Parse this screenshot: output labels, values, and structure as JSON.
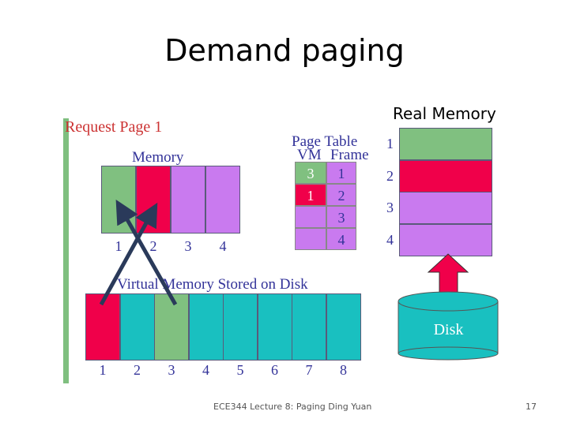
{
  "title": "Demand paging",
  "real_memory_label": "Real Memory",
  "request_label": "Request Page 1",
  "memory_label": "Memory",
  "page_table": {
    "title": "Page Table",
    "col_vm": "VM",
    "col_frame": "Frame",
    "rows": [
      {
        "vm": "3",
        "frame": "1",
        "color": "green"
      },
      {
        "vm": "1",
        "frame": "2",
        "color": "red"
      },
      {
        "vm": "",
        "frame": "3",
        "color": "purple"
      },
      {
        "vm": "",
        "frame": "4",
        "color": "purple"
      }
    ]
  },
  "memory_frames": [
    {
      "label": "1",
      "color": "green"
    },
    {
      "label": "2",
      "color": "red"
    },
    {
      "label": "3",
      "color": "purple"
    },
    {
      "label": "4",
      "color": "purple"
    }
  ],
  "virtual_memory_label": "Virtual Memory Stored on Disk",
  "disk_pages": [
    {
      "label": "1",
      "color": "red"
    },
    {
      "label": "2",
      "color": "teal"
    },
    {
      "label": "3",
      "color": "green"
    },
    {
      "label": "4",
      "color": "teal"
    },
    {
      "label": "5",
      "color": "teal"
    },
    {
      "label": "6",
      "color": "teal"
    },
    {
      "label": "7",
      "color": "teal"
    },
    {
      "label": "8",
      "color": "teal"
    }
  ],
  "real_memory_frames": [
    {
      "label": "1",
      "color": "green"
    },
    {
      "label": "2",
      "color": "red"
    },
    {
      "label": "3",
      "color": "purple"
    },
    {
      "label": "4",
      "color": "purple"
    }
  ],
  "disk_label": "Disk",
  "footer": "ECE344 Lecture 8: Paging Ding Yuan",
  "page_number": "17",
  "colors": {
    "green": "#80c080",
    "red": "#f0004a",
    "purple": "#c97aef",
    "teal": "#19c0c0",
    "text": "#333399",
    "request": "#cc3333"
  }
}
